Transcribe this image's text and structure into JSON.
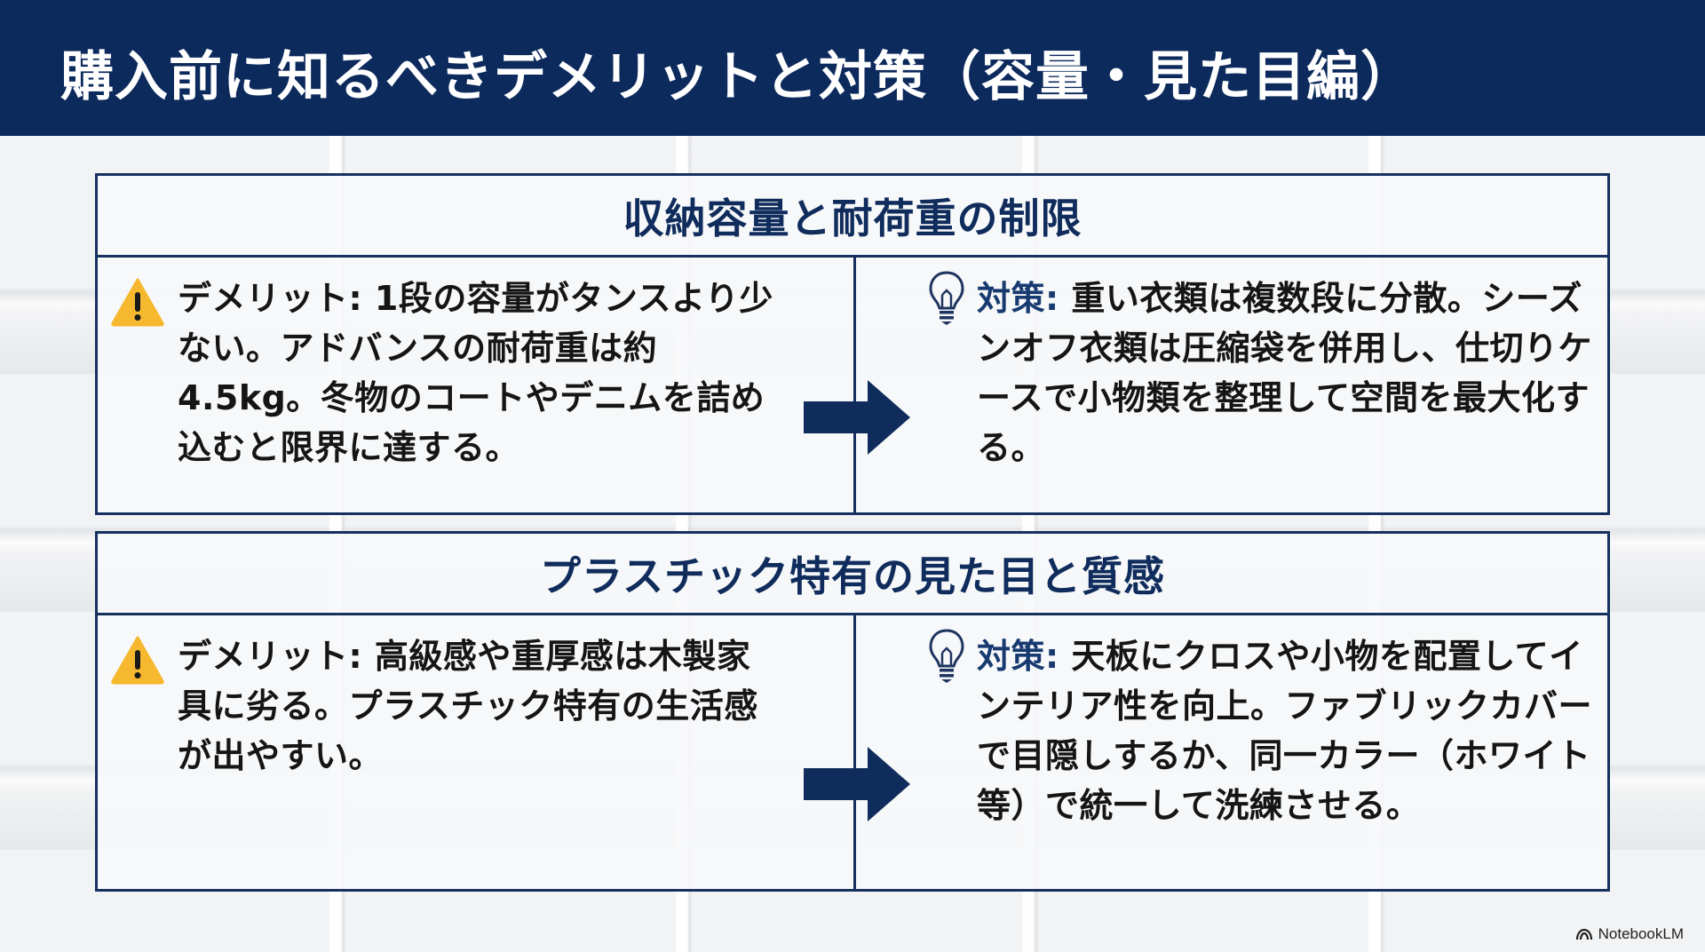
{
  "header": {
    "title": "購入前に知るべきデメリットと対策（容量・見た目編）"
  },
  "sections": [
    {
      "heading": "収納容量と耐荷重の制限",
      "demerit": {
        "icon": "warning-icon",
        "label": "デメリット:",
        "text": " 1段の容量がタンスより少ない。アドバンスの耐荷重は約4.5kg。冬物のコートやデニムを詰め込むと限界に達する。"
      },
      "measure": {
        "icon": "lightbulb-icon",
        "label": "対策:",
        "text": " 重い衣類は複数段に分散。シーズンオフ衣類は圧縮袋を併用し、仕切りケースで小物類を整理して空間を最大化する。"
      }
    },
    {
      "heading": "プラスチック特有の見た目と質感",
      "demerit": {
        "icon": "warning-icon",
        "label": "デメリット:",
        "text": " 高級感や重厚感は木製家具に劣る。プラスチック特有の生活感が出やすい。"
      },
      "measure": {
        "icon": "lightbulb-icon",
        "label": "対策:",
        "text": " 天板にクロスや小物を配置してインテリア性を向上。ファブリックカバーで目隠しするか、同一カラー（ホワイト等）で統一して洗練させる。"
      }
    }
  ],
  "colors": {
    "navy": "#0c2a5c",
    "warning": "#f5b82e"
  },
  "footer": {
    "brand": "NotebookLM"
  }
}
